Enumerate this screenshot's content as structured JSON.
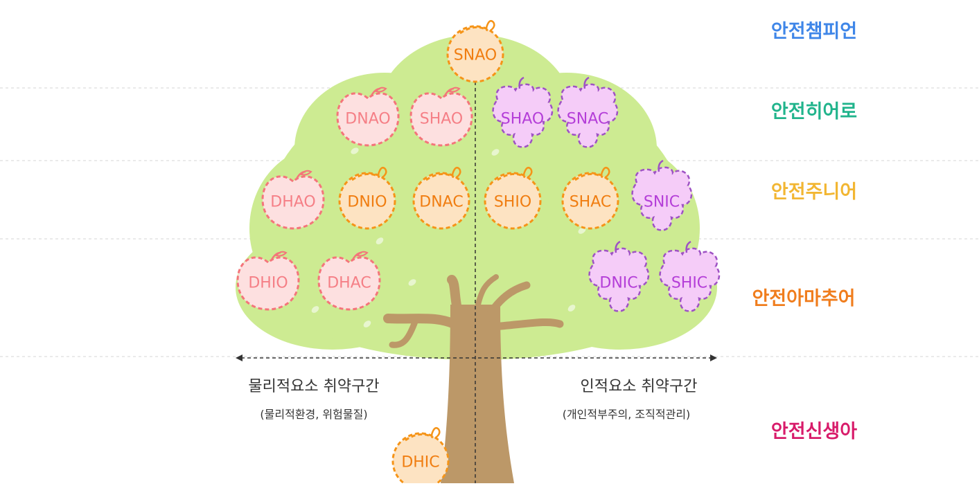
{
  "levels": [
    {
      "id": "champion",
      "label": "안전챔피언",
      "color": "#3f86e8"
    },
    {
      "id": "hero",
      "label": "안전히어로",
      "color": "#21b48c"
    },
    {
      "id": "junior",
      "label": "안전주니어",
      "color": "#f2b632"
    },
    {
      "id": "amateur",
      "label": "안전아마추어",
      "color": "#f07d1d"
    },
    {
      "id": "newbie",
      "label": "안전신생아",
      "color": "#d81b6a"
    }
  ],
  "axis": {
    "left_title": "물리적요소 취약구간",
    "left_sub": "(물리적환경, 위험물질)",
    "right_title": "인적요소 취약구간",
    "right_sub": "(개인적부주의, 조직적관리)"
  },
  "fruits": [
    {
      "label": "SNAO",
      "kind": "orange",
      "level": "champion"
    },
    {
      "label": "DNAO",
      "kind": "peach",
      "level": "hero"
    },
    {
      "label": "SHAO",
      "kind": "peach",
      "level": "hero"
    },
    {
      "label": "SHAO",
      "kind": "grape",
      "level": "hero"
    },
    {
      "label": "SNAC",
      "kind": "grape",
      "level": "hero"
    },
    {
      "label": "DHAO",
      "kind": "peach",
      "level": "junior"
    },
    {
      "label": "DNIO",
      "kind": "orange",
      "level": "junior"
    },
    {
      "label": "DNAC",
      "kind": "orange",
      "level": "junior"
    },
    {
      "label": "SHIO",
      "kind": "orange",
      "level": "junior"
    },
    {
      "label": "SHAC",
      "kind": "orange",
      "level": "junior"
    },
    {
      "label": "SNIC",
      "kind": "grape",
      "level": "junior"
    },
    {
      "label": "DHIO",
      "kind": "peach",
      "level": "amateur"
    },
    {
      "label": "DHAC",
      "kind": "peach",
      "level": "amateur"
    },
    {
      "label": "DNIC",
      "kind": "grape",
      "level": "amateur"
    },
    {
      "label": "SHIC",
      "kind": "grape",
      "level": "amateur"
    },
    {
      "label": "DHIC",
      "kind": "orange",
      "level": "newbie"
    }
  ],
  "colors": {
    "canopy": "#cdeb92",
    "trunk": "#bc9868",
    "orange_fill": "#fde3c2",
    "orange_stroke": "#f59418",
    "orange_text": "#f07d10",
    "peach_fill": "#fde0e0",
    "peach_stroke": "#f4757a",
    "peach_text": "#f57f86",
    "grape_fill": "#f5ccf8",
    "grape_stroke": "#9e52c4",
    "grape_text": "#b43ed8"
  },
  "icons": [
    "orange-fruit-icon",
    "peach-fruit-icon",
    "grape-bunch-icon",
    "arrow-left-icon",
    "arrow-right-icon"
  ]
}
